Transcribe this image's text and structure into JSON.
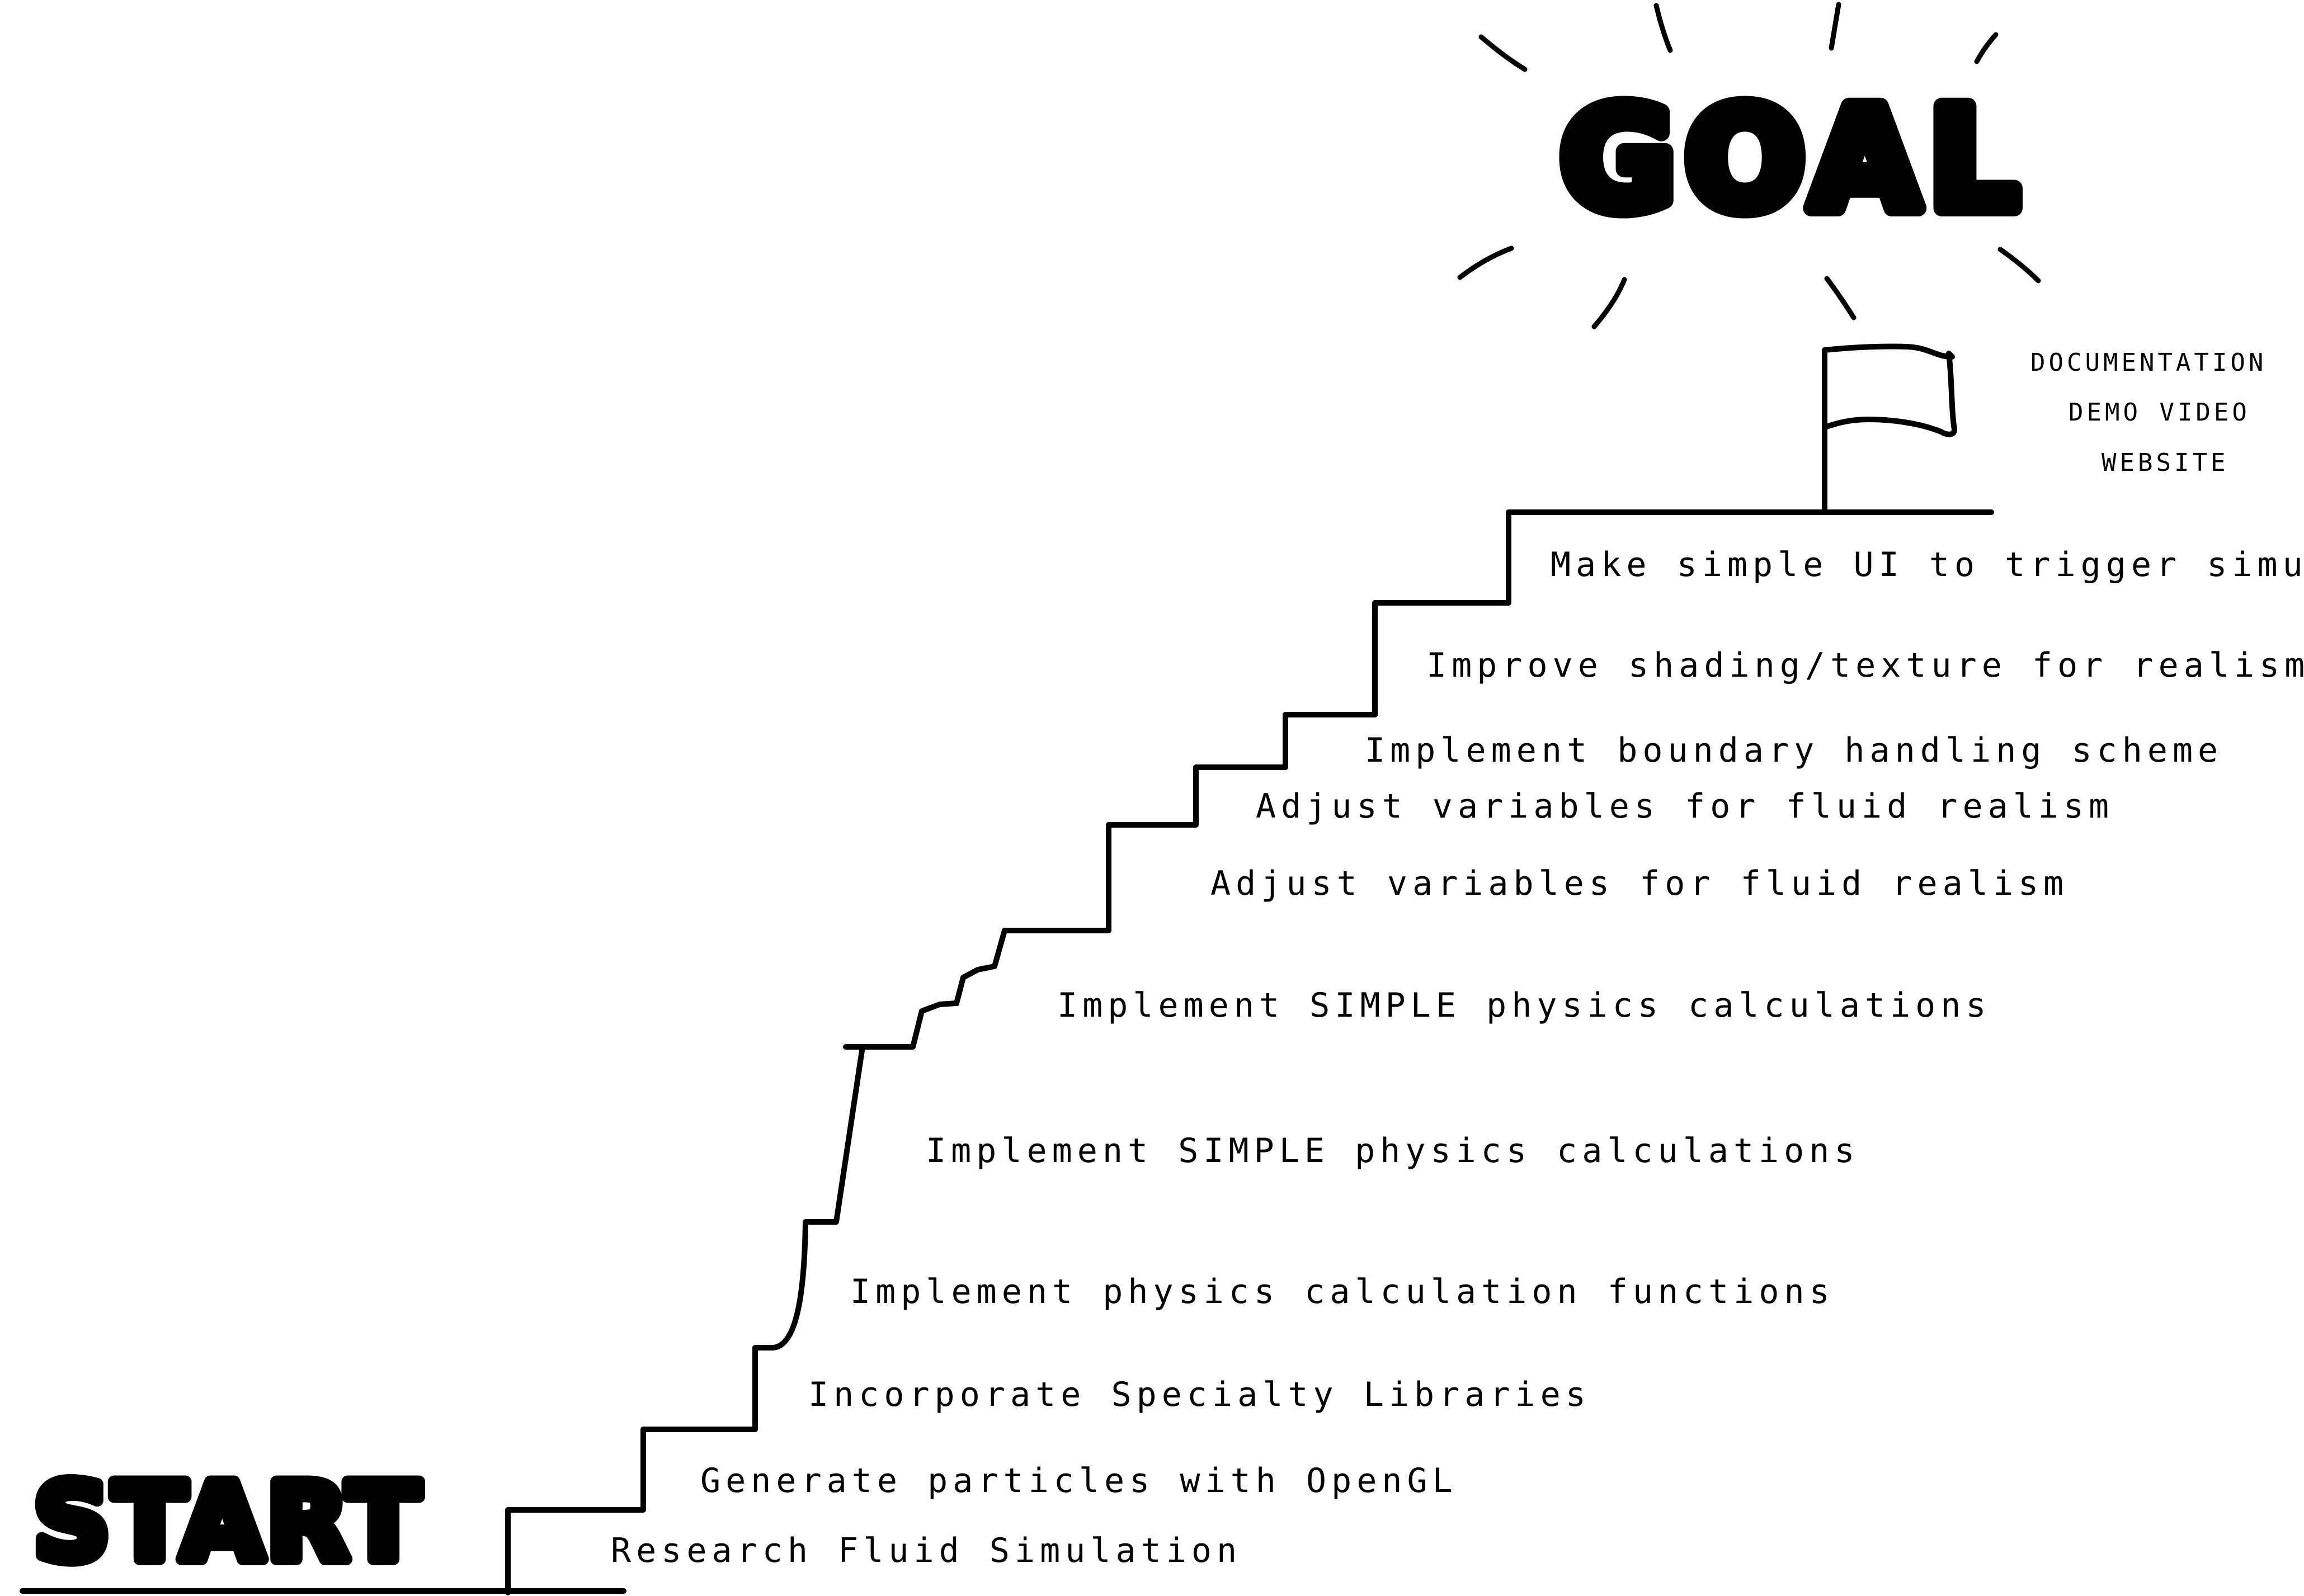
{
  "start_label": "START",
  "goal_label": "GOAL",
  "goal_items": [
    "DOCUMENTATION",
    "DEMO VIDEO",
    "WEBSITE"
  ],
  "steps": [
    "Research Fluid Simulation",
    "Generate particles with OpenGL",
    "Incorporate Specialty Libraries",
    "Implement physics calculation functions",
    "Implement SIMPLE physics calculations",
    "Implement SIMPLE physics calculations",
    "Adjust variables for fluid realism",
    "Adjust variables for fluid realism",
    "Implement boundary handling scheme",
    "Improve shading/texture for realism output",
    "Make simple UI to trigger simulation"
  ]
}
